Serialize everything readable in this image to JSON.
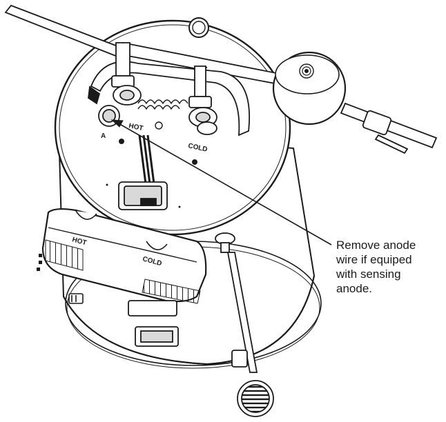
{
  "callout": {
    "lines": [
      "Remove anode",
      "wire if equiped",
      "with sensing",
      "anode."
    ]
  },
  "labels": {
    "top_hot": "HOT",
    "top_cold": "COLD",
    "anode_marker": "A",
    "cover_hot": "HOT",
    "cover_cold": "COLD"
  },
  "colors": {
    "line": "#1a1a1a",
    "fill": "#ffffff",
    "shade": "#d9d9d9"
  }
}
